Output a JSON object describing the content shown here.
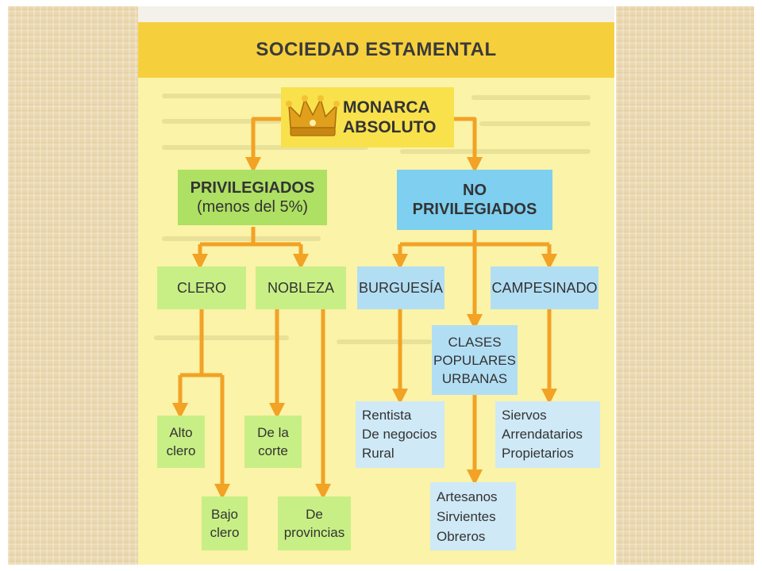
{
  "title": "SOCIEDAD ESTAMENTAL",
  "monarca": {
    "line1": "MONARCA",
    "line2": "ABSOLUTO"
  },
  "privilegiados": {
    "line1": "PRIVILEGIADOS",
    "line2": "(menos del 5%)"
  },
  "no_privilegiados": {
    "line1": "NO",
    "line2": "PRIVILEGIADOS"
  },
  "clero": "CLERO",
  "nobleza": "NOBLEZA",
  "burguesia": "BURGUESÍA",
  "campesinado": "CAMPESINADO",
  "clases_populares": {
    "line1": "CLASES",
    "line2": "POPULARES",
    "line3": "URBANAS"
  },
  "alto_clero": {
    "line1": "Alto",
    "line2": "clero"
  },
  "bajo_clero": {
    "line1": "Bajo",
    "line2": "clero"
  },
  "de_la_corte": {
    "line1": "De la",
    "line2": "corte"
  },
  "de_provincias": {
    "line1": "De",
    "line2": "provincias"
  },
  "burguesia_tipos": [
    "Rentista",
    "De negocios",
    "Rural"
  ],
  "campesinado_tipos": [
    "Siervos",
    "Arrendatarios",
    "Propietarios"
  ],
  "clases_tipos": [
    "Artesanos",
    "Sirvientes",
    "Obreros"
  ],
  "colors": {
    "banner": "#f6cf3c",
    "page": "#faf3a8",
    "arrow": "#f2a224",
    "privileged": "#aee063",
    "privileged_light": "#c8ef85",
    "unprivileged": "#7ecff0",
    "unprivileged_light": "#b2def4"
  }
}
